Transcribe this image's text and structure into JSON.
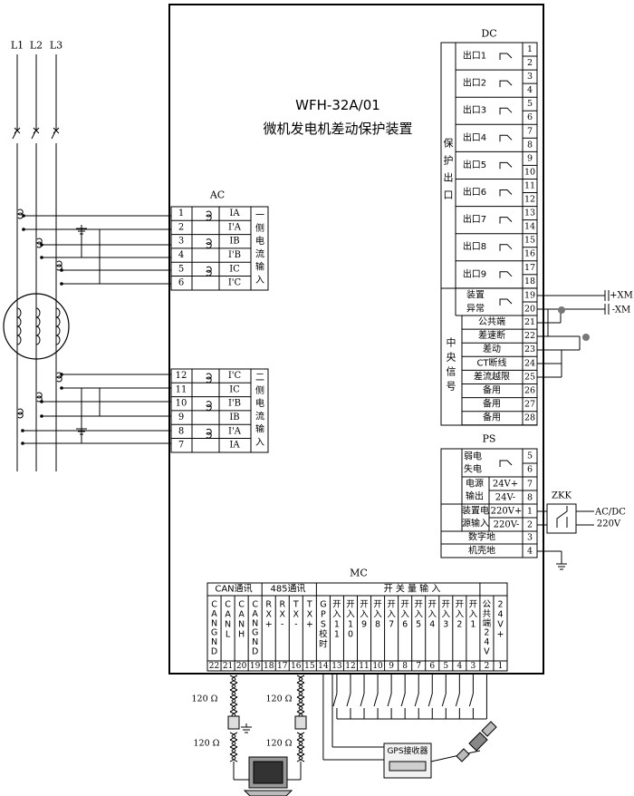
{
  "device": {
    "model": "WFH-32A/01",
    "name": "微机发电机差动保护装置"
  },
  "phases": [
    "L1",
    "L2",
    "L3"
  ],
  "ac": {
    "title": "AC",
    "group1": {
      "side_label": [
        "一",
        "侧",
        "电",
        "流",
        "输",
        "入"
      ],
      "terminals": [
        {
          "num": "1",
          "label": "IA"
        },
        {
          "num": "2",
          "label": "I'A"
        },
        {
          "num": "3",
          "label": "IB"
        },
        {
          "num": "4",
          "label": "I'B"
        },
        {
          "num": "5",
          "label": "IC"
        },
        {
          "num": "6",
          "label": "I'C"
        }
      ]
    },
    "group2": {
      "side_label": [
        "二",
        "侧",
        "电",
        "流",
        "输",
        "入"
      ],
      "terminals": [
        {
          "num": "12",
          "label": "I'C"
        },
        {
          "num": "11",
          "label": "IC"
        },
        {
          "num": "10",
          "label": "I'B"
        },
        {
          "num": "9",
          "label": "IB"
        },
        {
          "num": "8",
          "label": "I'A"
        },
        {
          "num": "7",
          "label": "IA"
        }
      ]
    }
  },
  "dc": {
    "title": "DC",
    "protect_label": [
      "保",
      "护",
      "出",
      "口"
    ],
    "outputs": [
      {
        "label": "出口1",
        "t1": "1",
        "t2": "2"
      },
      {
        "label": "出口2",
        "t1": "3",
        "t2": "4"
      },
      {
        "label": "出口3",
        "t1": "5",
        "t2": "6"
      },
      {
        "label": "出口4",
        "t1": "7",
        "t2": "8"
      },
      {
        "label": "出口5",
        "t1": "9",
        "t2": "10"
      },
      {
        "label": "出口6",
        "t1": "11",
        "t2": "12"
      },
      {
        "label": "出口7",
        "t1": "13",
        "t2": "14"
      },
      {
        "label": "出口8",
        "t1": "15",
        "t2": "16"
      },
      {
        "label": "出口9",
        "t1": "17",
        "t2": "18"
      }
    ],
    "abnormal": {
      "label": [
        "装置",
        "异常"
      ],
      "t1": "19",
      "t2": "20"
    },
    "central_label": [
      "中",
      "央",
      "信",
      "号"
    ],
    "signals": [
      {
        "label": "公共端",
        "num": "21"
      },
      {
        "label": "差速断",
        "num": "22"
      },
      {
        "label": "差动",
        "num": "23"
      },
      {
        "label": "CT断线",
        "num": "24"
      },
      {
        "label": "差流越限",
        "num": "25"
      },
      {
        "label": "备用",
        "num": "26"
      },
      {
        "label": "备用",
        "num": "27"
      },
      {
        "label": "备用",
        "num": "28"
      }
    ],
    "xm_plus": "+XM",
    "xm_minus": "-XM"
  },
  "ps": {
    "title": "PS",
    "weak": {
      "label": [
        "弱电",
        "失电"
      ],
      "t1": "5",
      "t2": "6"
    },
    "power_out": {
      "label": [
        "电源",
        "输出"
      ],
      "rows": [
        {
          "v": "24V+",
          "num": "7"
        },
        {
          "v": "24V-",
          "num": "8"
        }
      ]
    },
    "power_in": {
      "label": [
        "装置电",
        "源输入"
      ],
      "rows": [
        {
          "v": "220V+",
          "num": "1"
        },
        {
          "v": "220V-",
          "num": "2"
        }
      ]
    },
    "digital_ground": {
      "label": "数字地",
      "num": "3"
    },
    "chassis_ground": {
      "label": "机壳地",
      "num": "4"
    },
    "zkk": "ZKK",
    "acdc": "AC/DC",
    "v220": "220V"
  },
  "mc": {
    "title": "MC",
    "can_title": "CAN通讯",
    "rs485_title": "485通讯",
    "switch_title": "开 关 量 输 入",
    "columns": [
      {
        "num": "22",
        "label": [
          "C",
          "A",
          "N",
          "G",
          "N",
          "D"
        ]
      },
      {
        "num": "21",
        "label": [
          "C",
          "A",
          "N",
          "L"
        ]
      },
      {
        "num": "20",
        "label": [
          "C",
          "A",
          "N",
          "H"
        ]
      },
      {
        "num": "19",
        "label": [
          "C",
          "A",
          "N",
          "G",
          "N",
          "D"
        ]
      },
      {
        "num": "18",
        "label": [
          "R",
          "X",
          "+"
        ]
      },
      {
        "num": "17",
        "label": [
          "R",
          "X",
          "-"
        ]
      },
      {
        "num": "16",
        "label": [
          "T",
          "X",
          "-"
        ]
      },
      {
        "num": "15",
        "label": [
          "T",
          "X",
          "+"
        ]
      },
      {
        "num": "14",
        "label": [
          "G",
          "P",
          "S",
          "校",
          "时"
        ]
      },
      {
        "num": "13",
        "label": [
          "开",
          "入",
          "1",
          "1"
        ]
      },
      {
        "num": "12",
        "label": [
          "开",
          "入",
          "1",
          "0"
        ]
      },
      {
        "num": "11",
        "label": [
          "开",
          "入",
          "9"
        ]
      },
      {
        "num": "10",
        "label": [
          "开",
          "入",
          "8"
        ]
      },
      {
        "num": "9",
        "label": [
          "开",
          "入",
          "7"
        ]
      },
      {
        "num": "8",
        "label": [
          "开",
          "入",
          "6"
        ]
      },
      {
        "num": "7",
        "label": [
          "开",
          "入",
          "5"
        ]
      },
      {
        "num": "6",
        "label": [
          "开",
          "入",
          "4"
        ]
      },
      {
        "num": "5",
        "label": [
          "开",
          "入",
          "3"
        ]
      },
      {
        "num": "4",
        "label": [
          "开",
          "入",
          "2"
        ]
      },
      {
        "num": "3",
        "label": [
          "开",
          "入",
          "1"
        ]
      },
      {
        "num": "2",
        "label": [
          "公",
          "共",
          "端",
          "2",
          "4",
          "V",
          "-"
        ]
      },
      {
        "num": "1",
        "label": [
          "2",
          "4",
          "V",
          "+"
        ]
      }
    ],
    "resistor": "120 Ω",
    "gps_receiver": "GPS接收器"
  }
}
